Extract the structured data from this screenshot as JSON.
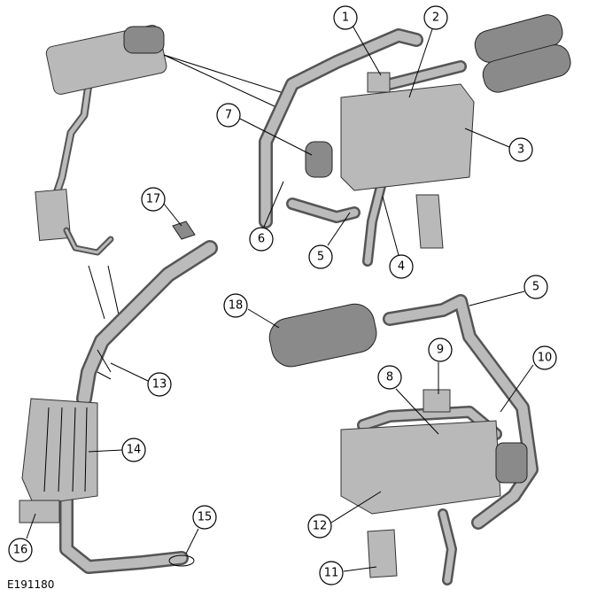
{
  "figure_id": "E191180",
  "callouts": [
    "1",
    "2",
    "3",
    "4",
    "5",
    "6",
    "7",
    "8",
    "9",
    "10",
    "11",
    "12",
    "13",
    "14",
    "15",
    "16",
    "17",
    "18",
    "5"
  ]
}
